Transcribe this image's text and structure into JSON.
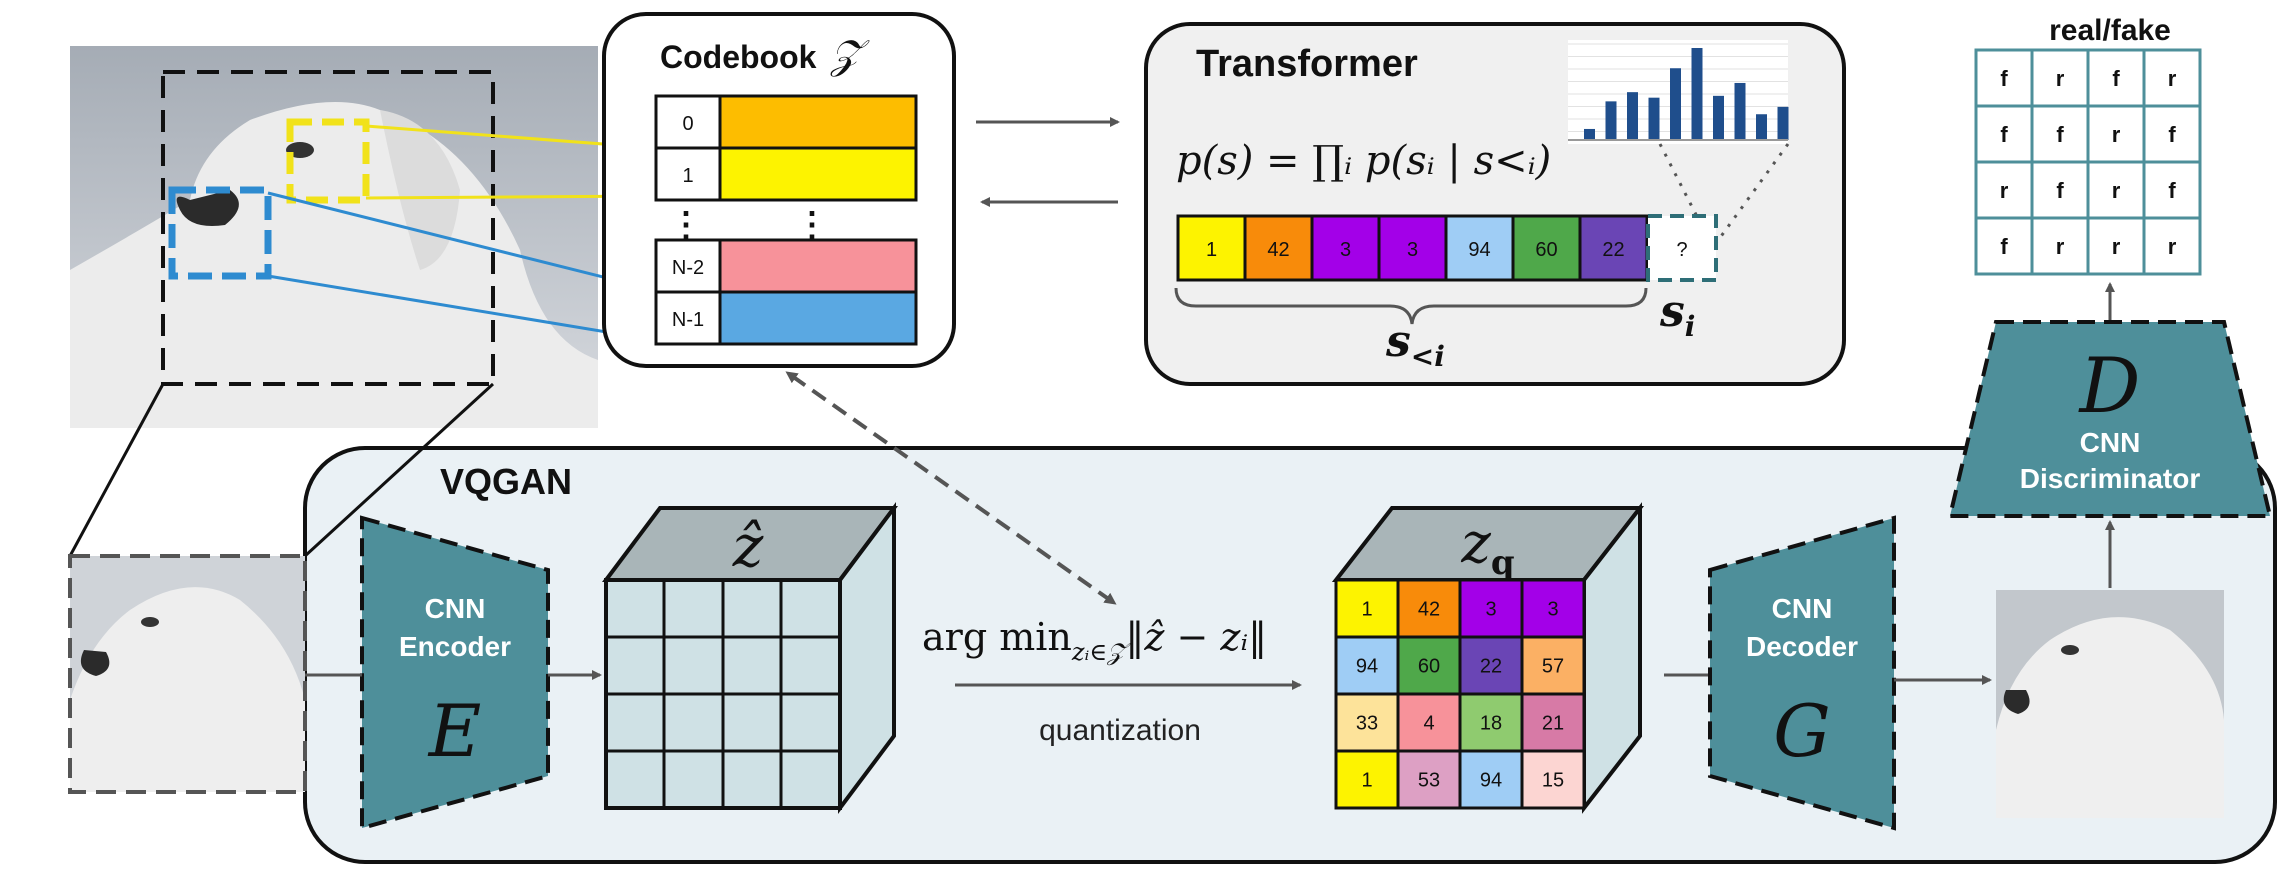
{
  "codebook": {
    "title": "Codebook",
    "symbol": "𝒵",
    "rows": [
      {
        "index": "0",
        "color": "#fdbd00"
      },
      {
        "index": "1",
        "color": "#fdf300"
      },
      {
        "index": "N-2",
        "color": "#f7929a"
      },
      {
        "index": "N-1",
        "color": "#5aa8e2"
      }
    ],
    "ellipsis": "⋮"
  },
  "transformer": {
    "title": "Transformer",
    "formula": "p(s) = ∏ᵢ p(sᵢ | s<ᵢ)",
    "sequence": [
      {
        "value": "1",
        "color": "#fdf300"
      },
      {
        "value": "42",
        "color": "#f88b0a"
      },
      {
        "value": "3",
        "color": "#a300e8"
      },
      {
        "value": "3",
        "color": "#a300e8"
      },
      {
        "value": "94",
        "color": "#9fcdf5"
      },
      {
        "value": "60",
        "color": "#4fa84a"
      },
      {
        "value": "22",
        "color": "#6a45b5"
      }
    ],
    "next_token": "?",
    "context_label": "s",
    "context_sub": "<i",
    "next_label": "s",
    "next_sub": "i",
    "histogram": [
      0.12,
      0.42,
      0.52,
      0.46,
      0.78,
      1.0,
      0.48,
      0.62,
      0.28,
      0.36
    ]
  },
  "vqgan": {
    "title": "VQGAN",
    "encoder": {
      "line1": "CNN",
      "line2": "Encoder",
      "symbol": "E"
    },
    "decoder": {
      "line1": "CNN",
      "line2": "Decoder",
      "symbol": "G"
    },
    "zhat_label": "ẑ",
    "zq_label": "z",
    "zq_sub": "q",
    "argmin_label": "arg min",
    "argmin_sub": "zᵢ∈𝒵",
    "argmin_norm": "‖ẑ − zᵢ‖",
    "quantization_label": "quantization",
    "zq_grid": [
      [
        {
          "v": "1",
          "c": "#fdf300"
        },
        {
          "v": "42",
          "c": "#f88b0a"
        },
        {
          "v": "3",
          "c": "#a300e8"
        },
        {
          "v": "3",
          "c": "#a300e8"
        }
      ],
      [
        {
          "v": "94",
          "c": "#9fcdf5"
        },
        {
          "v": "60",
          "c": "#4fa84a"
        },
        {
          "v": "22",
          "c": "#6a45b5"
        },
        {
          "v": "57",
          "c": "#fbb064"
        }
      ],
      [
        {
          "v": "33",
          "c": "#fde39a"
        },
        {
          "v": "4",
          "c": "#f7929a"
        },
        {
          "v": "18",
          "c": "#8fcb6f"
        },
        {
          "v": "21",
          "c": "#d77aa6"
        }
      ],
      [
        {
          "v": "1",
          "c": "#fdf300"
        },
        {
          "v": "53",
          "c": "#dda0c4"
        },
        {
          "v": "94",
          "c": "#9fcdf5"
        },
        {
          "v": "15",
          "c": "#fcd5d2"
        }
      ]
    ]
  },
  "discriminator": {
    "symbol": "D",
    "line1": "CNN",
    "line2": "Discriminator"
  },
  "realfake": {
    "title": "real/fake",
    "grid": [
      [
        "f",
        "r",
        "f",
        "r"
      ],
      [
        "f",
        "f",
        "r",
        "f"
      ],
      [
        "r",
        "f",
        "r",
        "f"
      ],
      [
        "f",
        "r",
        "r",
        "r"
      ]
    ]
  },
  "colors": {
    "teal": "#4e8f9a",
    "panel": "#eaf1f5",
    "transformer_panel": "#f0f0f0",
    "cube": "#cfe1e5",
    "cube_top": "#a9b5b8"
  }
}
